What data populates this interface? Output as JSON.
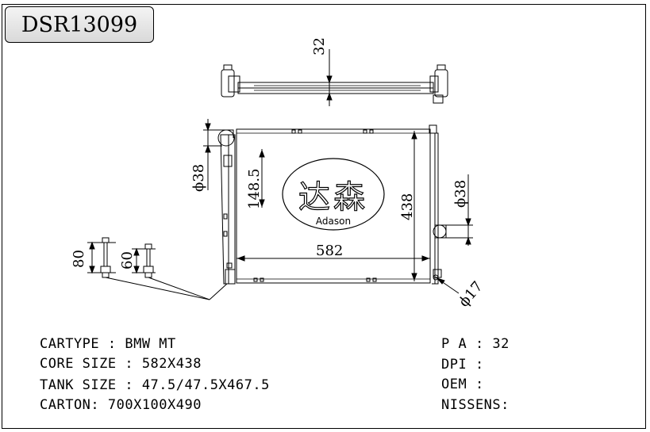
{
  "header": {
    "part_number": "DSR13099"
  },
  "dimensions": {
    "top_depth": "32",
    "core_width": "582",
    "core_height": "438",
    "tank_height": "148.5",
    "inlet_left": "ϕ38",
    "inlet_right": "ϕ38",
    "drain": "ϕ17",
    "bracket_a": "80",
    "bracket_b": "60"
  },
  "logo": {
    "chinese": "达森",
    "latin": "Adason"
  },
  "specs": {
    "cartype": "CARTYPE : BMW MT",
    "core_size": "CORE SIZE : 582X438",
    "tank_size": "TANK SIZE : 47.5/47.5X467.5",
    "carton": "CARTON: 700X100X490",
    "pa": "P A : 32",
    "dpi": "DPI :",
    "oem": "OEM :",
    "nissens": "NISSENS:"
  }
}
